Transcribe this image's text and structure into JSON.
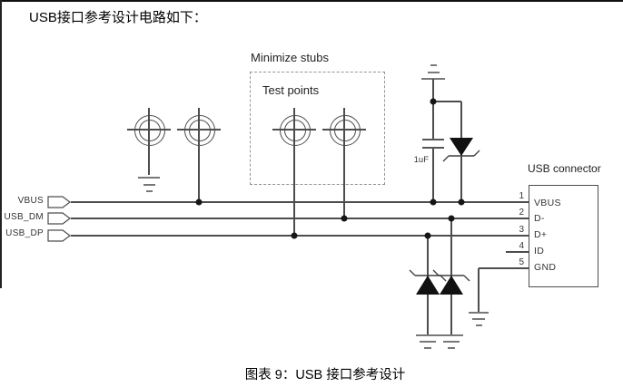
{
  "page": {
    "title": "USB接口参考设计电路如下：",
    "caption": "图表 9：USB 接口参考设计"
  },
  "schematic": {
    "annotations": {
      "minimize_stubs": "Minimize stubs",
      "test_points": "Test points"
    },
    "components": {
      "capacitor_value": "1uF"
    },
    "ports": [
      {
        "label": "VBUS"
      },
      {
        "label": "USB_DM"
      },
      {
        "label": "USB_DP"
      }
    ],
    "connector": {
      "title": "USB connector",
      "pins": [
        {
          "number": "1",
          "label": "VBUS"
        },
        {
          "number": "2",
          "label": "D-"
        },
        {
          "number": "3",
          "label": "D+"
        },
        {
          "number": "4",
          "label": "ID"
        },
        {
          "number": "5",
          "label": "GND"
        }
      ]
    },
    "symbols": {
      "test_point": "concentric-circles-with-crosshair",
      "ground": "earth-ground-bars",
      "tvs_diode": "filled-triangle-with-bent-cathode-bar",
      "capacitor": "parallel-plates",
      "port": "pentagon-signal-flag"
    },
    "colors": {
      "wire": "#4d4d4d",
      "text": "#1a1a1a",
      "background": "#ffffff"
    }
  }
}
